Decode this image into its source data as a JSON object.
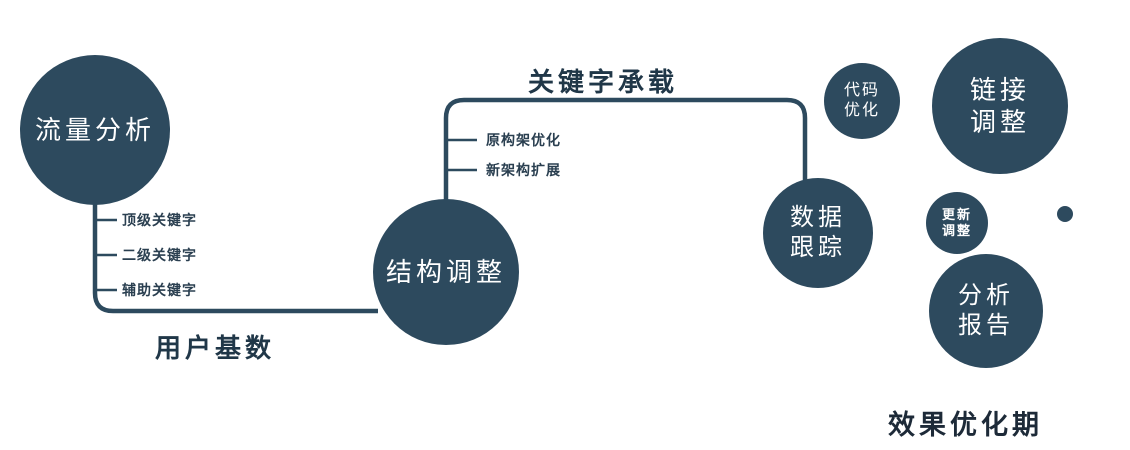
{
  "colors": {
    "node_fill": "#2d4a5e",
    "line": "#2d4a5e",
    "text_dark": "#203748"
  },
  "nodes": {
    "traffic_analysis": {
      "label": "流量分析"
    },
    "structure_adjust": {
      "label": "结构调整"
    },
    "data_tracking": {
      "line1": "数据",
      "line2": "跟踪"
    },
    "code_optimization": {
      "line1": "代码",
      "line2": "优化"
    },
    "link_adjustment": {
      "line1": "链接",
      "line2": "调整"
    },
    "update_adjustment": {
      "line1": "更新",
      "line2": "调整"
    },
    "analysis_report": {
      "line1": "分析",
      "line2": "报告"
    }
  },
  "edge_labels": {
    "user_base": "用户基数",
    "keyword_carrying": "关键字承载"
  },
  "branches": {
    "traffic": [
      "顶级关键字",
      "二级关键字",
      "辅助关键字"
    ],
    "structure": [
      "原构架优化",
      "新架构扩展"
    ]
  },
  "footer": "效果优化期"
}
